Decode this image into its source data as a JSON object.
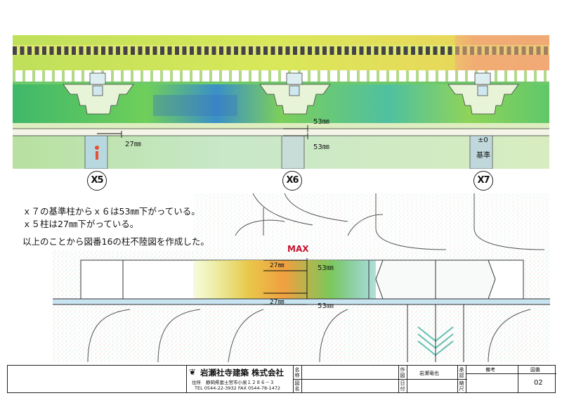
{
  "axis_marks": [
    "X5",
    "X6",
    "X7"
  ],
  "dimensions": {
    "top_x5_drop": "27㎜",
    "top_x6_upper": "53㎜",
    "top_x6_lower": "53㎜",
    "top_x7_level": "±0",
    "top_x7_label": "基準",
    "bottom_left_upper": "27㎜",
    "bottom_left_lower": "27㎜",
    "bottom_right_upper": "53㎜",
    "bottom_right_lower": "53㎜",
    "max_label": "MAX"
  },
  "notes": [
    "ｘ７の基準柱からｘ６は53㎜下がっている。",
    "ｘ５柱は27㎜下がっている。",
    "以上のことから図番16の柱不陸図を作成した。"
  ],
  "title_block": {
    "company": "岩瀬社寺建築 株式会社",
    "address_label": "住所",
    "address": "静岡県富士宮市小泉１２８６－３",
    "tel_fax": "TEL 0544-22-3932  FAX 0544-78-1472",
    "field_name_1": "名称",
    "field_name_2": "図名",
    "field_drawn_1": "作図",
    "field_drawn_2": "日付",
    "author": "岩瀬竜也",
    "field_approve_1": "承認",
    "field_approve_2": "縮尺",
    "remarks_label": "備考",
    "sheet_label": "図番",
    "sheet_number": "02"
  },
  "colors": {
    "scan_green": "#4fbf5a",
    "scan_yellow": "#e8e04a",
    "scan_blue": "#3a7fc8",
    "scan_orange": "#f0a040",
    "max_red": "#c8102e",
    "outline": "#222222"
  }
}
